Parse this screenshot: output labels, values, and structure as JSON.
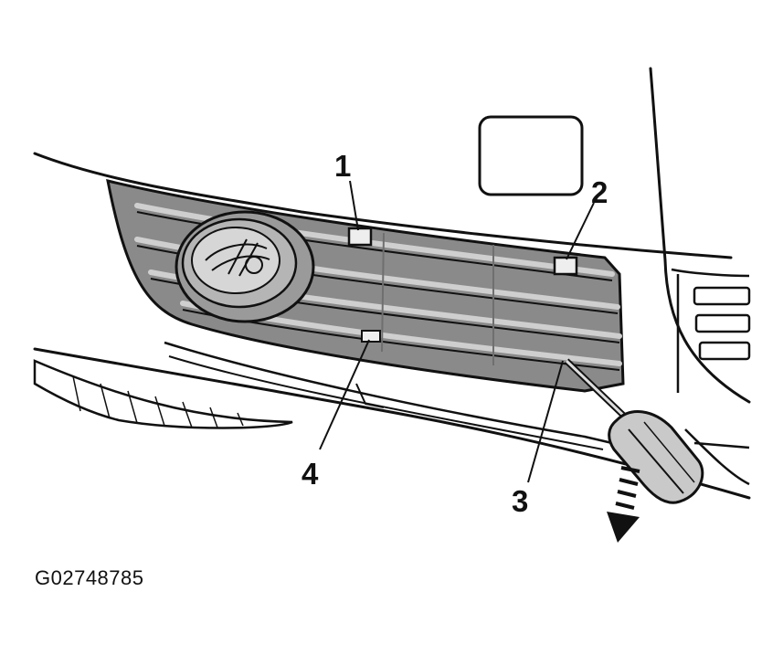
{
  "figure": {
    "id": "G02748785",
    "callouts": [
      "1",
      "2",
      "3",
      "4"
    ]
  },
  "colors": {
    "line": "#111111",
    "grille": "#8a8a8a",
    "grille_dark": "#6f6f6f",
    "bar": "#a9a9a9",
    "lamp": "#b5b5b5",
    "background": "#ffffff"
  }
}
